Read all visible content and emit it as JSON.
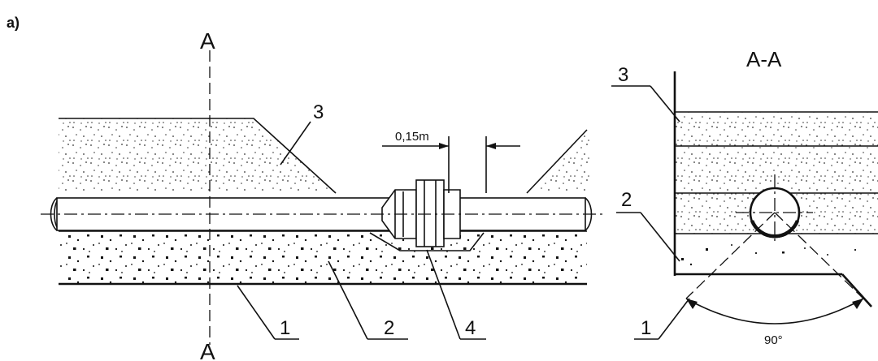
{
  "figure": {
    "panel_label": "a)",
    "section_marker": "A",
    "section_title": "A-A",
    "dimension_label": "0,15m",
    "angle_label": "90°",
    "callouts": {
      "left": [
        "1",
        "2",
        "3",
        "4"
      ],
      "right": [
        "1",
        "2",
        "3"
      ]
    }
  }
}
